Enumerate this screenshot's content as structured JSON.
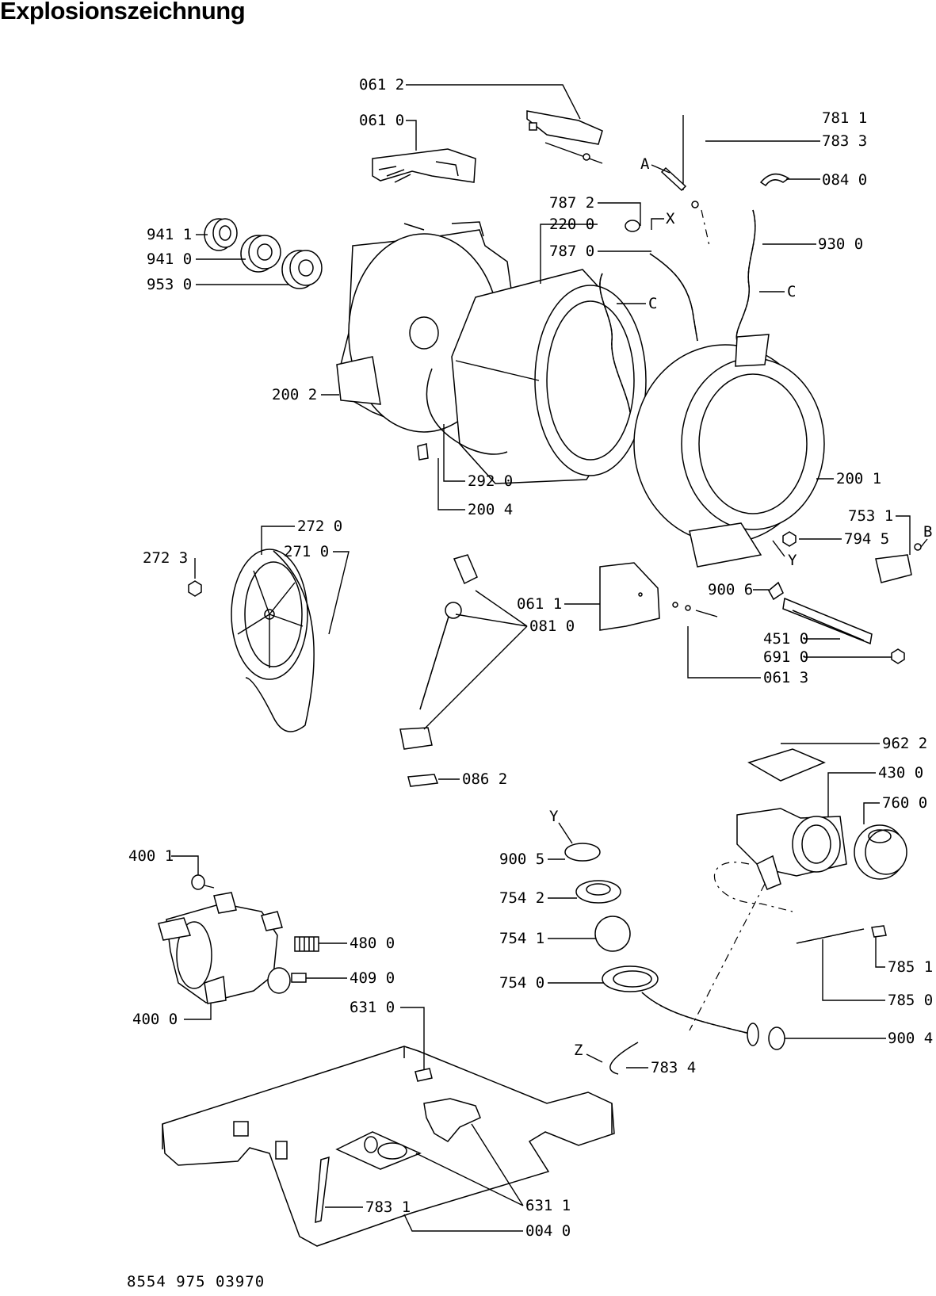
{
  "title": "Explosionszeichnung",
  "document_number": "8554 975 03970",
  "part_labels": [
    {
      "id": "0612",
      "text": "061 2"
    },
    {
      "id": "0610",
      "text": "061 0"
    },
    {
      "id": "7811",
      "text": "781 1"
    },
    {
      "id": "7833",
      "text": "783 3"
    },
    {
      "id": "A",
      "text": "A"
    },
    {
      "id": "0840",
      "text": "084 0"
    },
    {
      "id": "7872",
      "text": "787 2"
    },
    {
      "id": "X",
      "text": "X"
    },
    {
      "id": "2200",
      "text": "220 0"
    },
    {
      "id": "7870",
      "text": "787 0"
    },
    {
      "id": "9300",
      "text": "930 0"
    },
    {
      "id": "9411",
      "text": "941 1"
    },
    {
      "id": "9410",
      "text": "941 0"
    },
    {
      "id": "9530",
      "text": "953 0"
    },
    {
      "id": "C1",
      "text": "C"
    },
    {
      "id": "C2",
      "text": "C"
    },
    {
      "id": "2002",
      "text": "200 2"
    },
    {
      "id": "2920",
      "text": "292 0"
    },
    {
      "id": "2004",
      "text": "200 4"
    },
    {
      "id": "2001",
      "text": "200 1"
    },
    {
      "id": "7531",
      "text": "753 1"
    },
    {
      "id": "B",
      "text": "B"
    },
    {
      "id": "7945",
      "text": "794 5"
    },
    {
      "id": "Y1",
      "text": "Y"
    },
    {
      "id": "2720",
      "text": "272 0"
    },
    {
      "id": "2710",
      "text": "271 0"
    },
    {
      "id": "2723",
      "text": "272 3"
    },
    {
      "id": "0611",
      "text": "061 1"
    },
    {
      "id": "0810",
      "text": "081 0"
    },
    {
      "id": "9006",
      "text": "900 6"
    },
    {
      "id": "4510",
      "text": "451 0"
    },
    {
      "id": "6910",
      "text": "691 0"
    },
    {
      "id": "0613",
      "text": "061 3"
    },
    {
      "id": "0862",
      "text": "086 2"
    },
    {
      "id": "9622",
      "text": "962 2"
    },
    {
      "id": "4300",
      "text": "430 0"
    },
    {
      "id": "7600",
      "text": "760 0"
    },
    {
      "id": "Y2",
      "text": "Y"
    },
    {
      "id": "9005",
      "text": "900 5"
    },
    {
      "id": "7542",
      "text": "754 2"
    },
    {
      "id": "7541",
      "text": "754 1"
    },
    {
      "id": "7540",
      "text": "754 0"
    },
    {
      "id": "7851",
      "text": "785 1"
    },
    {
      "id": "7850",
      "text": "785 0"
    },
    {
      "id": "9004",
      "text": "900 4"
    },
    {
      "id": "Z",
      "text": "Z"
    },
    {
      "id": "7834",
      "text": "783 4"
    },
    {
      "id": "4001",
      "text": "400 1"
    },
    {
      "id": "4800",
      "text": "480 0"
    },
    {
      "id": "4090",
      "text": "409 0"
    },
    {
      "id": "4000",
      "text": "400 0"
    },
    {
      "id": "6310",
      "text": "631 0"
    },
    {
      "id": "6311",
      "text": "631 1"
    },
    {
      "id": "7831",
      "text": "783 1"
    },
    {
      "id": "0040",
      "text": "004 0"
    }
  ]
}
